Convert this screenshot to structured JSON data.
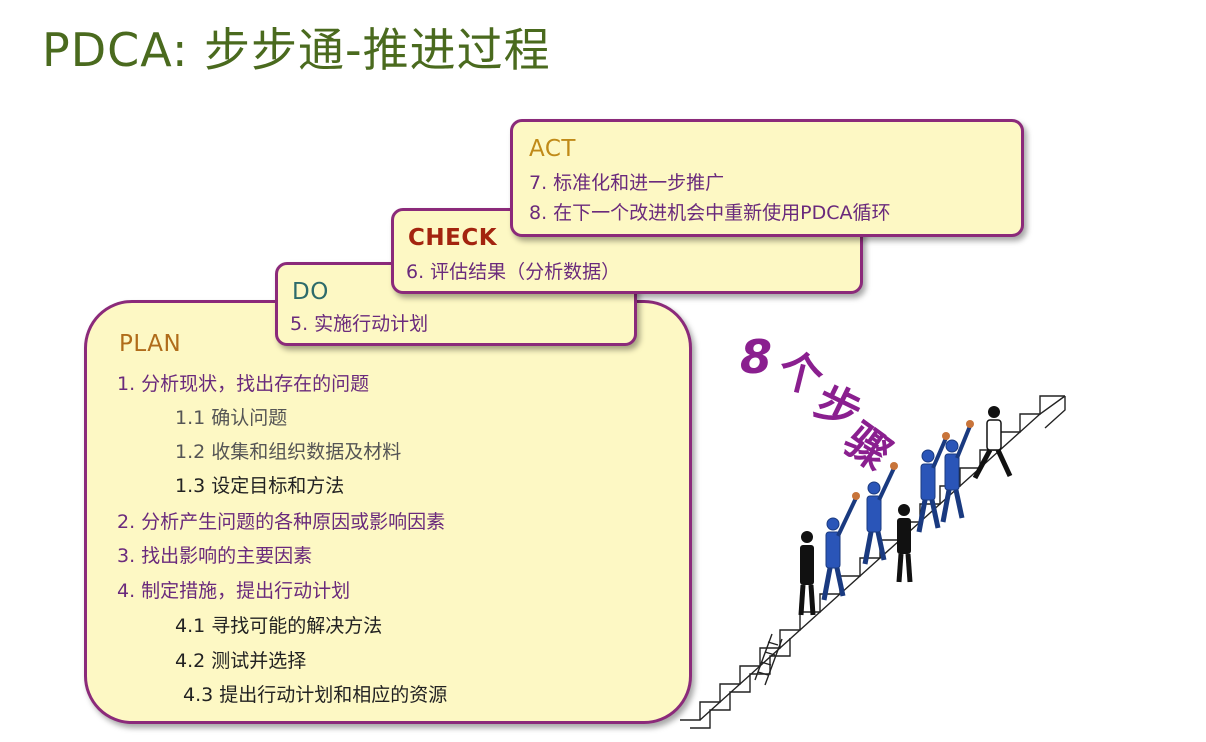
{
  "title": "PDCA: 步步通-推进过程",
  "act": {
    "header": "ACT",
    "items": [
      "7. 标准化和进一步推广",
      "8. 在下一个改进机会中重新使用PDCA循环"
    ]
  },
  "check": {
    "header": "CHECK",
    "items": [
      "6. 评估结果（分析数据）"
    ]
  },
  "do": {
    "header": "DO",
    "items": [
      "5. 实施行动计划"
    ]
  },
  "plan": {
    "header": "PLAN",
    "items": [
      "1. 分析现状，找出存在的问题",
      "1.1 确认问题",
      "1.2 收集和组织数据及材料",
      "1.3 设定目标和方法",
      "2. 分析产生问题的各种原因或影响因素",
      "3. 找出影响的主要因素",
      "4. 制定措施，提出行动计划",
      "4.1 寻找可能的解决方法",
      "4.2 测试并选择",
      "4.3 提出行动计划和相应的资源"
    ]
  },
  "steps_label": {
    "num": "8",
    "chars": [
      "个",
      "步",
      "骤"
    ]
  },
  "colors": {
    "box_fill": "#fdf8c4",
    "box_border": "#8b2a7a",
    "act_header": "#c08a18",
    "check_header": "#a3240f",
    "do_header": "#2d6b6b",
    "plan_header": "#b06c1a",
    "steps_label": "#8a1f8f",
    "title": "#4a6a1e"
  },
  "icons": {
    "illustration": "people-climbing-stairs"
  }
}
